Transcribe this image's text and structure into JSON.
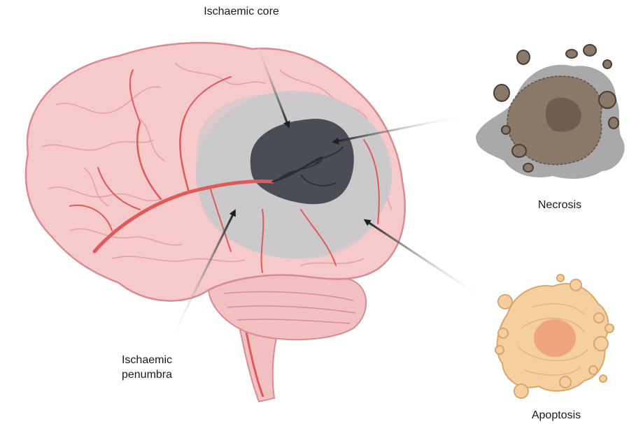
{
  "labels": {
    "ischaemic_core": "Ischaemic core",
    "ischaemic_penumbra_line1": "Ischaemic",
    "ischaemic_penumbra_line2": "penumbra",
    "necrosis": "Necrosis",
    "apoptosis": "Apoptosis"
  },
  "colors": {
    "brain_fill": "#f6c9ca",
    "brain_outline": "#d98c8f",
    "artery": "#e05a5a",
    "penumbra": "#c8c9cb",
    "core": "#4a4d55",
    "necrosis_cell": "#8a7868",
    "necrosis_debris": "#9a9a9a",
    "apoptosis_cell": "#f6cfa0",
    "apoptosis_nucleus": "#eea07a",
    "arrow": "#1e1e1e"
  }
}
